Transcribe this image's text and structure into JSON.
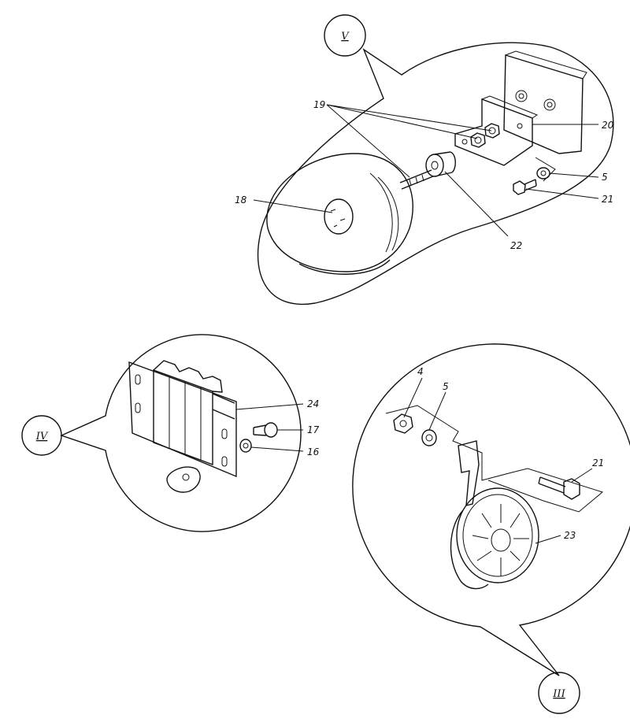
{
  "views": {
    "v": {
      "label": "V"
    },
    "iv": {
      "label": "IV"
    },
    "iii": {
      "label": "III"
    }
  },
  "callouts": {
    "n18": "18",
    "n19": "19",
    "n20": "20",
    "n5a": "5",
    "n21a": "21",
    "n22": "22",
    "n24": "24",
    "n17": "17",
    "n16": "16",
    "n4": "4",
    "n5b": "5",
    "n21b": "21",
    "n23": "23"
  }
}
